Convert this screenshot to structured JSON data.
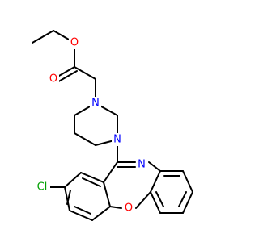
{
  "molecule": {
    "atoms": {
      "carbonyl_oxygen": "O",
      "ester_oxygen": "O",
      "piperazine_nitrogen_top": "N",
      "piperazine_nitrogen_bottom": "N",
      "imine_nitrogen": "N",
      "chlorine": "Cl",
      "ether_oxygen": "O"
    },
    "colors": {
      "bond": "#000000",
      "oxygen": "#ff0000",
      "nitrogen": "#0000ff",
      "chlorine": "#00a000"
    }
  }
}
